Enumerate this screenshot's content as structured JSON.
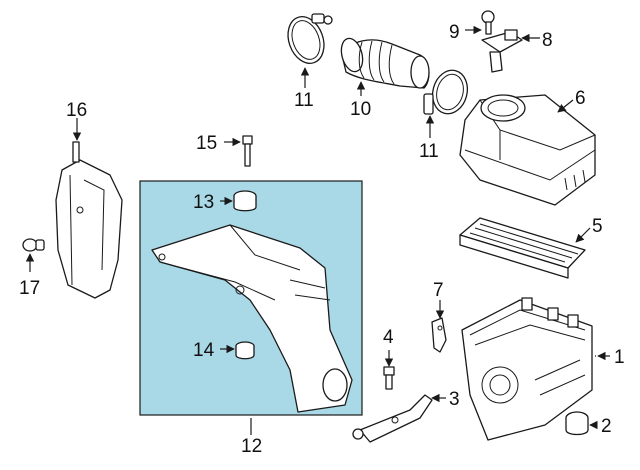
{
  "diagram": {
    "highlight_color": "#a9d8e6",
    "line_color": "#1a1a1a",
    "callouts": {
      "c1": "1",
      "c2": "2",
      "c3": "3",
      "c4": "4",
      "c5": "5",
      "c6": "6",
      "c7": "7",
      "c8": "8",
      "c9": "9",
      "c10": "10",
      "c11a": "11",
      "c11b": "11",
      "c12": "12",
      "c13": "13",
      "c14": "14",
      "c15": "15",
      "c16": "16",
      "c17": "17"
    }
  }
}
